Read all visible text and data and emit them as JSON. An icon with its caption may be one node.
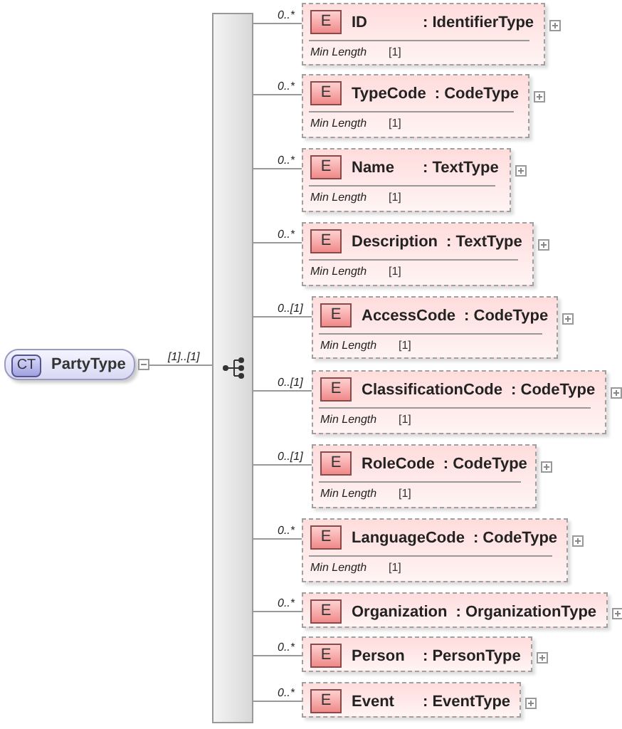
{
  "diagram": {
    "nodes": [
      {
        "text": [
          "CT",
          "PartyType"
        ]
      },
      {
        "text": [],
        "shape": "bar"
      },
      {
        "text": [
          "E",
          "ID",
          ": IdentifierType",
          "Min Length",
          "[1]"
        ]
      },
      {
        "text": [
          "E",
          "TypeCode",
          ": CodeType",
          "Min Length",
          "[1]"
        ]
      },
      {
        "text": [
          "E",
          "Name",
          ": TextType",
          "Min Length",
          "[1]"
        ]
      },
      {
        "text": [
          "E",
          "Description",
          ": TextType",
          "Min Length",
          "[1]"
        ]
      },
      {
        "text": [
          "E",
          "AccessCode",
          ": CodeType",
          "Min Length",
          "[1]"
        ]
      },
      {
        "text": [
          "E",
          "ClassificationCode",
          ": CodeType",
          "Min Length",
          "[1]"
        ]
      },
      {
        "text": [
          "E",
          "RoleCode",
          ": CodeType",
          "Min Length",
          "[1]"
        ]
      },
      {
        "text": [
          "E",
          "LanguageCode",
          ": CodeType",
          "Min Length",
          "[1]"
        ]
      },
      {
        "text": [
          "E",
          "Organization",
          ": OrganizationType"
        ]
      },
      {
        "text": [
          "E",
          "Person",
          ": PersonType"
        ]
      },
      {
        "text": [
          "E",
          "Event",
          ": EventType"
        ]
      }
    ],
    "edges": [
      {
        "from": 0,
        "to": 1,
        "arrow": "none",
        "label": "[1]..[1]"
      },
      {
        "from": 1,
        "to": 2,
        "arrow": "none",
        "label": "0..*"
      },
      {
        "from": 1,
        "to": 3,
        "arrow": "none",
        "label": "0..*"
      },
      {
        "from": 1,
        "to": 4,
        "arrow": "none",
        "label": "0..*"
      },
      {
        "from": 1,
        "to": 5,
        "arrow": "none",
        "label": "0..*"
      },
      {
        "from": 1,
        "to": 6,
        "arrow": "none",
        "label": "0..[1]"
      },
      {
        "from": 1,
        "to": 7,
        "arrow": "none",
        "label": "0..[1]"
      },
      {
        "from": 1,
        "to": 8,
        "arrow": "none",
        "label": "0..[1]"
      },
      {
        "from": 1,
        "to": 9,
        "arrow": "none",
        "label": "0..*"
      },
      {
        "from": 1,
        "to": 10,
        "arrow": "none",
        "label": "0..*"
      },
      {
        "from": 1,
        "to": 11,
        "arrow": "none",
        "label": "0..*"
      },
      {
        "from": 1,
        "to": 12,
        "arrow": "none",
        "label": "0..*"
      }
    ]
  }
}
